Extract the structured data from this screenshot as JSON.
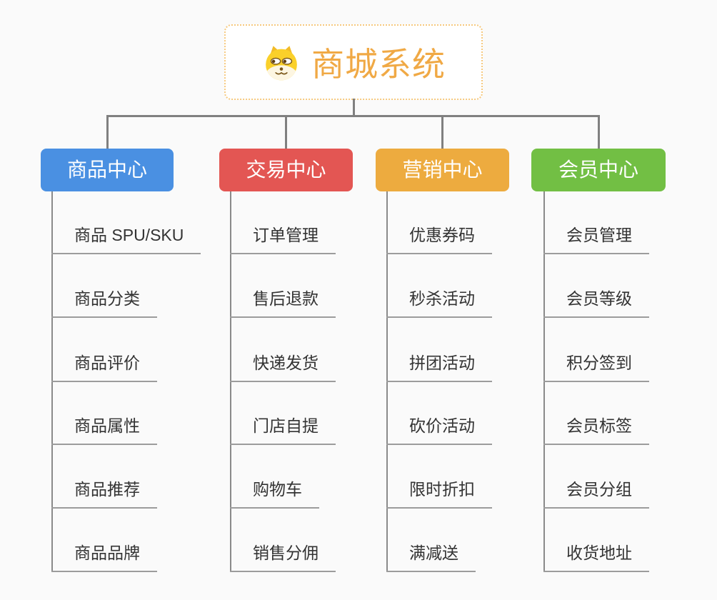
{
  "canvas": {
    "background_color": "#fafafa",
    "connector_color": "#808080",
    "leaf_text_color": "#333333",
    "leaf_underline_color": "#9c9c9c"
  },
  "root": {
    "title": "商城系统",
    "icon": "dog-face-icon",
    "text_color": "#f0a945",
    "border_color": "#f6c97f"
  },
  "branches": [
    {
      "label": "商品中心",
      "color": "#4a90e2",
      "children": [
        "商品 SPU/SKU",
        "商品分类",
        "商品评价",
        "商品属性",
        "商品推荐",
        "商品品牌"
      ]
    },
    {
      "label": "交易中心",
      "color": "#e35653",
      "children": [
        "订单管理",
        "售后退款",
        "快递发货",
        "门店自提",
        "购物车",
        "销售分佣"
      ]
    },
    {
      "label": "营销中心",
      "color": "#edab3f",
      "children": [
        "优惠券码",
        "秒杀活动",
        "拼团活动",
        "砍价活动",
        "限时折扣",
        "满减送"
      ]
    },
    {
      "label": "会员中心",
      "color": "#72bf44",
      "children": [
        "会员管理",
        "会员等级",
        "积分签到",
        "会员标签",
        "会员分组",
        "收货地址"
      ]
    }
  ]
}
